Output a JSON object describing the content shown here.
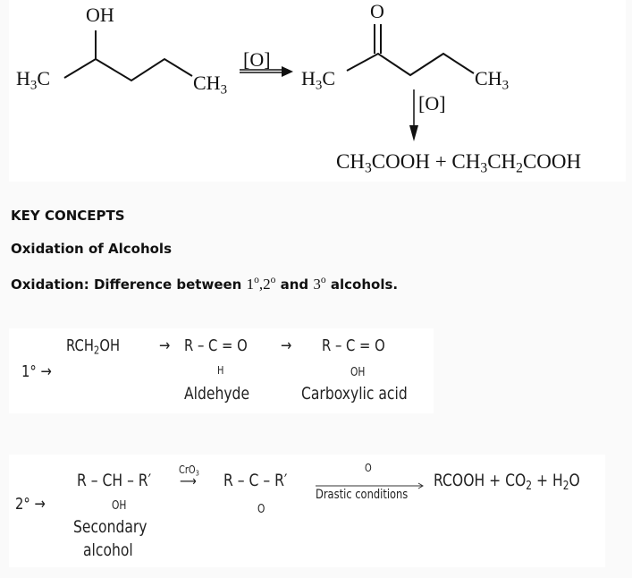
{
  "reaction1": {
    "oh": "OH",
    "h3c_left": "H",
    "sub3": "3",
    "c": "C",
    "ch3_ch": "CH",
    "oxidant": "[O]",
    "o_top": "O",
    "products": {
      "p1a": "CH",
      "p1b": "COOH",
      "plus": "+",
      "p2a": "CH",
      "p2b": "CH",
      "p2c": "COOH",
      "sub2": "2"
    }
  },
  "headings": {
    "key_concepts": "KEY CONCEPTS",
    "oxidation_of_alcohols": "Oxidation of Alcohols",
    "difference_prefix": "Oxidation: Difference between ",
    "deg1": "1",
    "deg2": "2",
    "deg3": "3",
    "deg_mark": "o",
    "comma": ",",
    "and": " and ",
    "suffix": " alcohols."
  },
  "primary": {
    "label": "1° →",
    "reactant": "RCH",
    "reactant_sub": "2",
    "reactant_end": "OH",
    "arrow": "→",
    "aldehyde": "R – C = O",
    "aldehyde_sub": "H",
    "aldehyde_name": "Aldehyde",
    "acid": "R –  C  = O",
    "acid_sub": "OH",
    "acid_name": "Carboxylic acid"
  },
  "secondary": {
    "label": "2° →",
    "alcohol": "R – CH – R′",
    "alcohol_sub": "OH",
    "alcohol_name_1": "Secondary",
    "alcohol_name_2": "alcohol",
    "reagent": "CrO",
    "reagent_sub": "3",
    "reagent_arrow": "⟶",
    "ketone": "R – C – R′",
    "ketone_sub": "O",
    "oxidant": "O",
    "condition": "Drastic conditions",
    "products": "RCOOH + CO",
    "co2_sub": "2",
    "plus_h": " + H",
    "h2o_sub": "2",
    "h2o_end": "O"
  }
}
